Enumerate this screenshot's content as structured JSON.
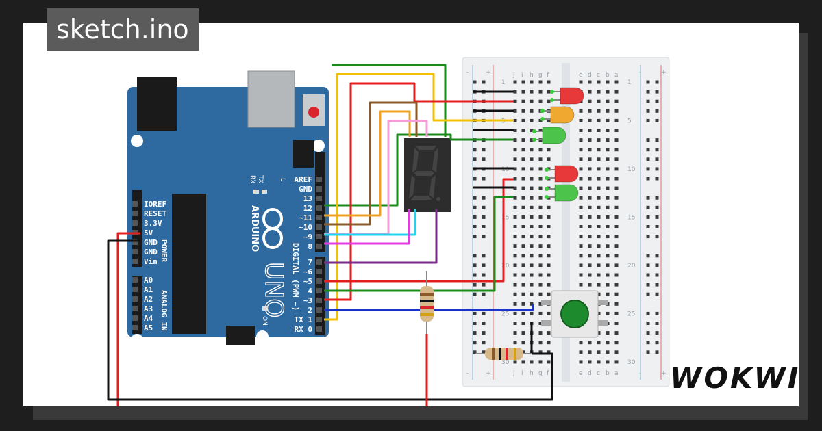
{
  "file_tab": {
    "label": "sketch.ino"
  },
  "brand": {
    "label": "WOKWI"
  },
  "arduino": {
    "name": "UNO",
    "brand_text": "ARDUINO",
    "power_label": "POWER",
    "analog_label": "ANALOG IN",
    "digital_label": "DIGITAL (PWM ~)",
    "on_label": "ON",
    "tx_label": "TX",
    "rx_label": "RX",
    "l_label": "L",
    "power_pins": [
      "IOREF",
      "RESET",
      "3.3V",
      "5V",
      "GND",
      "GND",
      "Vin"
    ],
    "analog_pins": [
      "A0",
      "A1",
      "A2",
      "A3",
      "A4",
      "A5"
    ],
    "top_header_pins": [
      "AREF",
      "GND",
      "13",
      "12",
      "~11",
      "~10",
      "~9",
      "8"
    ],
    "bottom_header_pins": [
      "7",
      "~6",
      "~5",
      "4",
      "~3",
      "2",
      "TX 1",
      "RX 0"
    ]
  },
  "breadboard": {
    "row_numbers_left": [
      "1",
      "5",
      "10",
      "15",
      "20",
      "25",
      "30"
    ],
    "col_letters_top": [
      "j",
      "i",
      "h",
      "g",
      "f",
      "e",
      "d",
      "c",
      "b",
      "a"
    ],
    "rail_symbols": [
      "-",
      "+"
    ]
  },
  "components": {
    "leds": [
      {
        "name": "led-red-1",
        "color": "#e8393a"
      },
      {
        "name": "led-yellow",
        "color": "#f0a830"
      },
      {
        "name": "led-green-1",
        "color": "#4cc34a"
      },
      {
        "name": "led-red-2",
        "color": "#e8393a"
      },
      {
        "name": "led-green-2",
        "color": "#4cc34a"
      }
    ],
    "seven_segment_color": "#2d2d2d",
    "pushbutton_color": "#1e8a2e"
  },
  "colors": {
    "board": "#2e6a9f",
    "breadboard": "#eef0f2",
    "wire_red": "#e41e1e",
    "wire_black": "#111111",
    "wire_green": "#1a8a1a",
    "wire_yellow": "#f2c200",
    "wire_orange": "#f0a020",
    "wire_brown": "#8b5a2b",
    "wire_pink": "#f79ad8",
    "wire_cyan": "#21d4f0",
    "wire_magenta": "#e63ae6",
    "wire_purple": "#7a2a8a",
    "wire_blue": "#1a33cc"
  }
}
